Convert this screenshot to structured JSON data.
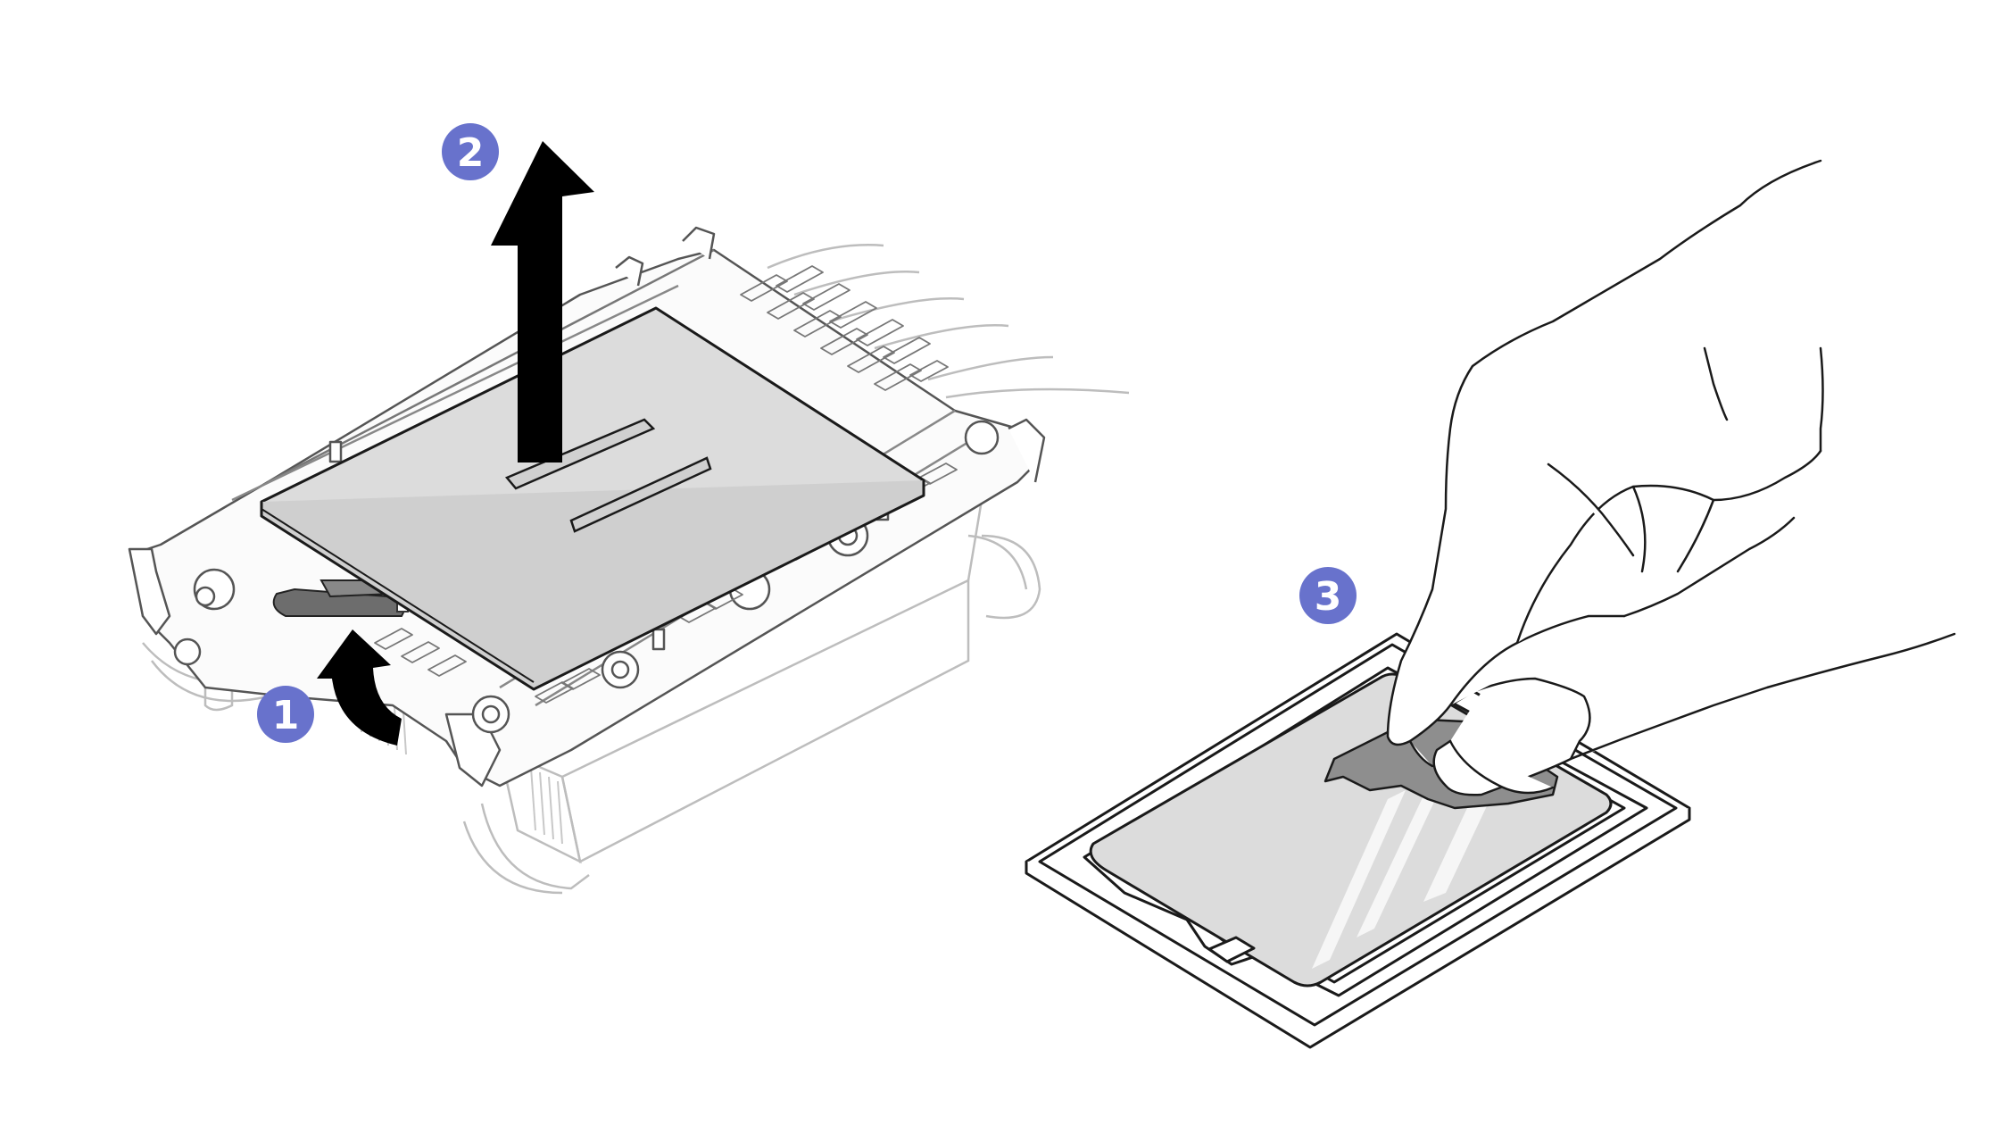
{
  "callouts": [
    {
      "id": "step-1",
      "number": "1"
    },
    {
      "id": "step-2",
      "number": "2"
    },
    {
      "id": "step-3",
      "number": "3"
    }
  ],
  "colors": {
    "callout": "#6872cc",
    "callout_text": "#ffffff",
    "outline": "#1a1a1a",
    "faded_outline": "#bdbdbd",
    "cpu_fill": "#dcdcdc",
    "wipe_cloth": "#8e8e8e",
    "arrow": "#000000"
  },
  "icons": {
    "lift_arrow": "arrow-up-icon",
    "rotate_arrow": "curved-arrow-icon",
    "hand": "hand-wiping-icon"
  }
}
